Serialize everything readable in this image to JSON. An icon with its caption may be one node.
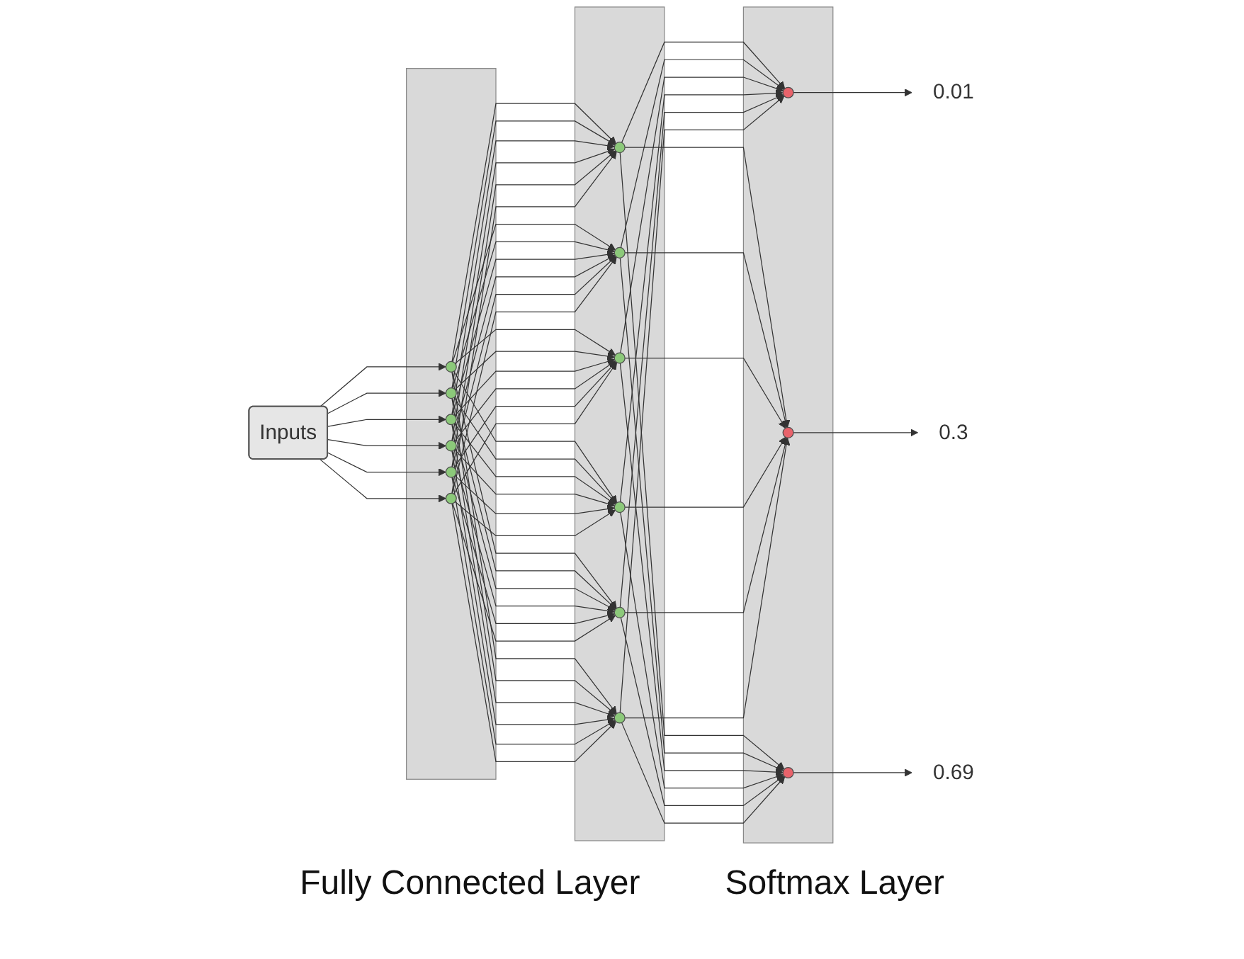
{
  "diagram": {
    "nodes": [
      {
        "text": [
          "Inputs"
        ]
      },
      {
        "text": [],
        "shape": "box"
      },
      {
        "text": [],
        "shape": "circle",
        "in": 1
      },
      {
        "text": [],
        "shape": "circle",
        "in": 1
      },
      {
        "text": [],
        "shape": "circle",
        "in": 1
      },
      {
        "text": [],
        "shape": "circle",
        "in": 1
      },
      {
        "text": [],
        "shape": "circle",
        "in": 1
      },
      {
        "text": [],
        "shape": "circle",
        "in": 1
      },
      {
        "text": [],
        "shape": "box"
      },
      {
        "text": [],
        "shape": "circle",
        "in": 8
      },
      {
        "text": [],
        "shape": "circle",
        "in": 8
      },
      {
        "text": [],
        "shape": "circle",
        "in": 8
      },
      {
        "text": [],
        "shape": "circle",
        "in": 8
      },
      {
        "text": [],
        "shape": "circle",
        "in": 8
      },
      {
        "text": [],
        "shape": "circle",
        "in": 8
      },
      {
        "text": [],
        "shape": "box"
      },
      {
        "text": [],
        "shape": "circle",
        "in": 15
      },
      {
        "text": [],
        "shape": "circle",
        "in": 15
      },
      {
        "text": [],
        "shape": "circle",
        "in": 15
      },
      {
        "text": [
          "0.01"
        ]
      },
      {
        "text": [
          "0.3"
        ]
      },
      {
        "text": [
          "0.69"
        ]
      }
    ],
    "edges": [
      {
        "from": 0,
        "to": 2,
        "arrow": "to"
      },
      {
        "from": 0,
        "to": 3,
        "arrow": "to"
      },
      {
        "from": 0,
        "to": 4,
        "arrow": "to"
      },
      {
        "from": 0,
        "to": 5,
        "arrow": "to"
      },
      {
        "from": 0,
        "to": 6,
        "arrow": "to"
      },
      {
        "from": 0,
        "to": 7,
        "arrow": "to"
      },
      {
        "from": 2,
        "to": 9,
        "arrow": "to"
      },
      {
        "from": 2,
        "to": 10,
        "arrow": "to"
      },
      {
        "from": 2,
        "to": 11,
        "arrow": "to"
      },
      {
        "from": 2,
        "to": 12,
        "arrow": "to"
      },
      {
        "from": 2,
        "to": 13,
        "arrow": "to"
      },
      {
        "from": 2,
        "to": 14,
        "arrow": "to"
      },
      {
        "from": 3,
        "to": 9,
        "arrow": "to"
      },
      {
        "from": 3,
        "to": 10,
        "arrow": "to"
      },
      {
        "from": 3,
        "to": 11,
        "arrow": "to"
      },
      {
        "from": 3,
        "to": 12,
        "arrow": "to"
      },
      {
        "from": 3,
        "to": 13,
        "arrow": "to"
      },
      {
        "from": 3,
        "to": 14,
        "arrow": "to"
      },
      {
        "from": 4,
        "to": 9,
        "arrow": "to"
      },
      {
        "from": 4,
        "to": 10,
        "arrow": "to"
      },
      {
        "from": 4,
        "to": 11,
        "arrow": "to"
      },
      {
        "from": 4,
        "to": 12,
        "arrow": "to"
      },
      {
        "from": 4,
        "to": 13,
        "arrow": "to"
      },
      {
        "from": 4,
        "to": 14,
        "arrow": "to"
      },
      {
        "from": 5,
        "to": 9,
        "arrow": "to"
      },
      {
        "from": 5,
        "to": 10,
        "arrow": "to"
      },
      {
        "from": 5,
        "to": 11,
        "arrow": "to"
      },
      {
        "from": 5,
        "to": 12,
        "arrow": "to"
      },
      {
        "from": 5,
        "to": 13,
        "arrow": "to"
      },
      {
        "from": 5,
        "to": 14,
        "arrow": "to"
      },
      {
        "from": 6,
        "to": 9,
        "arrow": "to"
      },
      {
        "from": 6,
        "to": 10,
        "arrow": "to"
      },
      {
        "from": 6,
        "to": 11,
        "arrow": "to"
      },
      {
        "from": 6,
        "to": 12,
        "arrow": "to"
      },
      {
        "from": 6,
        "to": 13,
        "arrow": "to"
      },
      {
        "from": 6,
        "to": 14,
        "arrow": "to"
      },
      {
        "from": 7,
        "to": 9,
        "arrow": "to"
      },
      {
        "from": 7,
        "to": 10,
        "arrow": "to"
      },
      {
        "from": 7,
        "to": 11,
        "arrow": "to"
      },
      {
        "from": 7,
        "to": 12,
        "arrow": "to"
      },
      {
        "from": 7,
        "to": 13,
        "arrow": "to"
      },
      {
        "from": 7,
        "to": 14,
        "arrow": "to"
      },
      {
        "from": 9,
        "to": 16,
        "arrow": "to"
      },
      {
        "from": 9,
        "to": 17,
        "arrow": "to"
      },
      {
        "from": 9,
        "to": 18,
        "arrow": "to"
      },
      {
        "from": 10,
        "to": 16,
        "arrow": "to"
      },
      {
        "from": 10,
        "to": 17,
        "arrow": "to"
      },
      {
        "from": 10,
        "to": 18,
        "arrow": "to"
      },
      {
        "from": 11,
        "to": 16,
        "arrow": "to"
      },
      {
        "from": 11,
        "to": 17,
        "arrow": "to"
      },
      {
        "from": 11,
        "to": 18,
        "arrow": "to"
      },
      {
        "from": 12,
        "to": 16,
        "arrow": "to"
      },
      {
        "from": 12,
        "to": 17,
        "arrow": "to"
      },
      {
        "from": 12,
        "to": 18,
        "arrow": "to"
      },
      {
        "from": 13,
        "to": 16,
        "arrow": "to"
      },
      {
        "from": 13,
        "to": 17,
        "arrow": "to"
      },
      {
        "from": 13,
        "to": 18,
        "arrow": "to"
      },
      {
        "from": 14,
        "to": 16,
        "arrow": "to"
      },
      {
        "from": 14,
        "to": 17,
        "arrow": "to"
      },
      {
        "from": 14,
        "to": 18,
        "arrow": "to"
      },
      {
        "from": 16,
        "to": 19,
        "arrow": "to"
      },
      {
        "from": 17,
        "to": 20,
        "arrow": "to"
      },
      {
        "from": 18,
        "to": 21,
        "arrow": "to"
      }
    ],
    "labels": [
      "Fully Connected Layer",
      "Softmax Layer"
    ]
  }
}
